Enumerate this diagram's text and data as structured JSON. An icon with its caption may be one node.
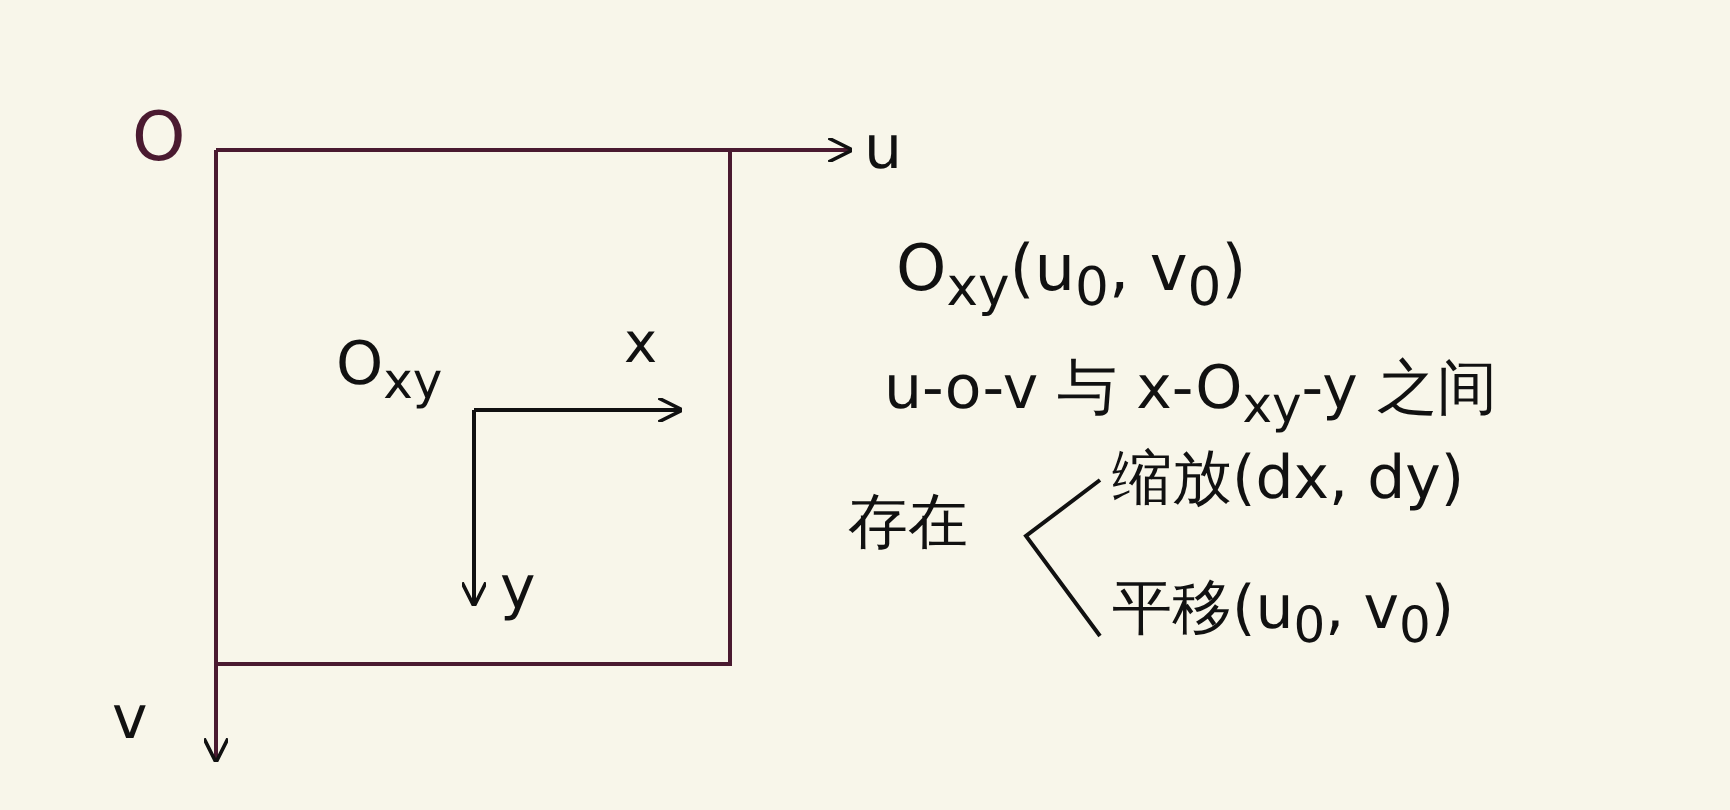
{
  "diagram": {
    "labels": [
      "O",
      "u",
      "O$_{xy}$(u$_{0}$, v$_{0}$)",
      "O$_{xy}$",
      "x",
      "u-o-v 与 x-O$_{xy}$-y 之间",
      "存在",
      "缩放(dx, dy)",
      "y",
      "平移(u$_{0}$, v$_{0}$)",
      "v"
    ]
  }
}
